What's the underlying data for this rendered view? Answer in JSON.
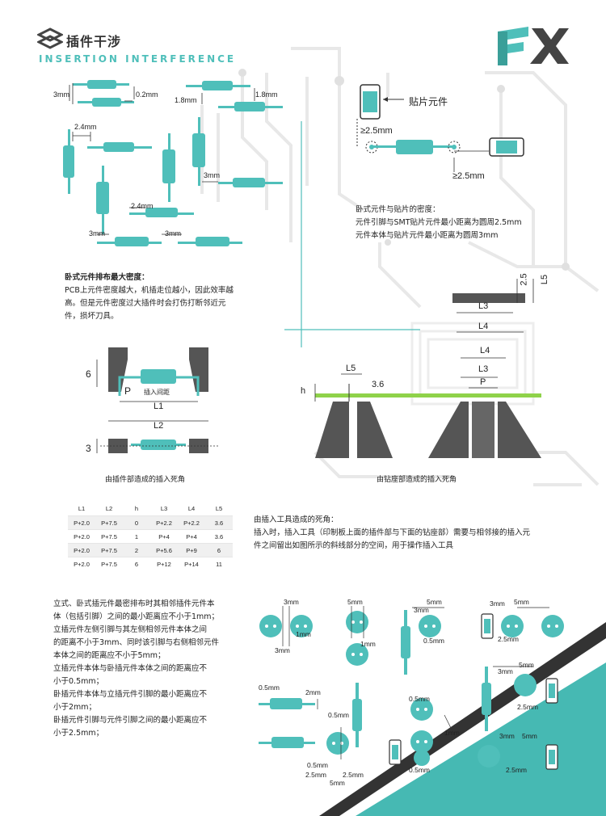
{
  "header": {
    "title": "插件干涉",
    "subtitle": "INSERTION INTERFERENCE",
    "brand": "FX",
    "colors": {
      "teal": "#4fbfba",
      "dark": "#555555",
      "green": "#8fd24a",
      "bg_lines": "#e6e6e6"
    }
  },
  "top_left": {
    "labels": [
      "3mm",
      "0.2mm",
      "1.8mm",
      "1.8mm",
      "2.4mm",
      "3mm",
      "2.4mm",
      "3mm",
      "3mm"
    ],
    "note_title": "卧式元件排布最大密度：",
    "note_lines": [
      "PCB上元件密度越大，机插走位越小，因此效率越",
      "高。但是元件密度过大插件时会打伤打断邻近元",
      "件，损坏刀具。"
    ]
  },
  "top_right": {
    "smd_label": "贴片元件",
    "labels": [
      "≥2.5mm",
      "≥2.5mm"
    ],
    "note_title": "卧式元件与贴片的密度：",
    "note_lines": [
      "元件引脚与SMT贴片元件最小距离为圆周2.5mm",
      "元件本体与贴片元件最小距离为圆周3mm"
    ]
  },
  "middle_left": {
    "labels": {
      "six": "6",
      "p": "P",
      "insert_pitch": "插入间距",
      "l1": "L1",
      "l2": "L2",
      "three": "3"
    },
    "caption": "由插件部造成的插入死角"
  },
  "middle_right": {
    "labels": {
      "l5a": "L5",
      "two5": "2.5",
      "l3a": "L3",
      "l4a": "L4",
      "l4b": "L4",
      "l3b": "L3",
      "l5b": "L5",
      "h": "h",
      "three6": "3.6",
      "p": "P"
    },
    "caption": "由钻座部造成的插入死角"
  },
  "param_table": {
    "headers": [
      "L1",
      "L2",
      "h",
      "L3",
      "L4",
      "L5"
    ],
    "rows": [
      [
        "P+2.0",
        "P+7.5",
        "0",
        "P+2.2",
        "P+2.2",
        "3.6"
      ],
      [
        "P+2.0",
        "P+7.5",
        "1",
        "P+4",
        "P+4",
        "3.6"
      ],
      [
        "P+2.0",
        "P+7.5",
        "2",
        "P+5.6",
        "P+9",
        "6"
      ],
      [
        "P+2.0",
        "P+7.5",
        "6",
        "P+12",
        "P+14",
        "11"
      ]
    ]
  },
  "tool_note": {
    "title": "由插入工具造成的死角：",
    "lines": [
      "插入时，插入工具（印制板上面的插件部与下面的钻座部）需要与相邻接的插入元",
      "件之间留出如图所示的斜线部分的空间，用于操作插入工具"
    ]
  },
  "bottom_left": {
    "lines": [
      "立式、卧式插元件最密排布时其相邻插件元件本",
      "体（包括引脚）之间的最小距离应不小于1mm；",
      "    立插元件左侧引脚与其左侧相邻元件本体之间",
      "的距离不小于3mm、同时该引脚与右侧相邻元件",
      "本体之间的距离应不小于5mm；",
      "    立插元件本体与卧插元件本体之间的距离应不",
      "小于0.5mm；",
      "    卧插元件本体与立插元件引脚的最小距离应不",
      "小于2mm；",
      "    卧插元件引脚与元件引脚之间的最小距离应不",
      "小于2.5mm；"
    ]
  },
  "bottom_right": {
    "labels": [
      "3mm",
      "1mm",
      "3mm",
      "5mm",
      "1mm",
      "3mm",
      "5mm",
      "0.5mm",
      "3mm",
      "5mm",
      "2.5mm",
      "0.5mm",
      "2mm",
      "0.5mm",
      "0.5mm",
      "1mm",
      "3mm",
      "5mm",
      "2.5mm",
      "0.5mm",
      "2.5mm",
      "2.5mm",
      "5mm",
      "0.5mm",
      "3mm",
      "5mm",
      "2.5mm"
    ]
  }
}
